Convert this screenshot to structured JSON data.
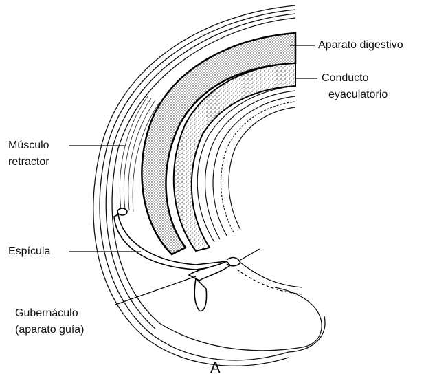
{
  "labels": {
    "aparato_digestivo": "Aparato digestivo",
    "conducto_line1": "Conducto",
    "conducto_line2": "eyaculatorio",
    "musculo_line1": "Músculo",
    "musculo_line2": "retractor",
    "espicula": "Espícula",
    "gubernaculo_line1": "Gubernáculo",
    "gubernaculo_line2": "(aparato guía)"
  },
  "panel_letter": "A"
}
